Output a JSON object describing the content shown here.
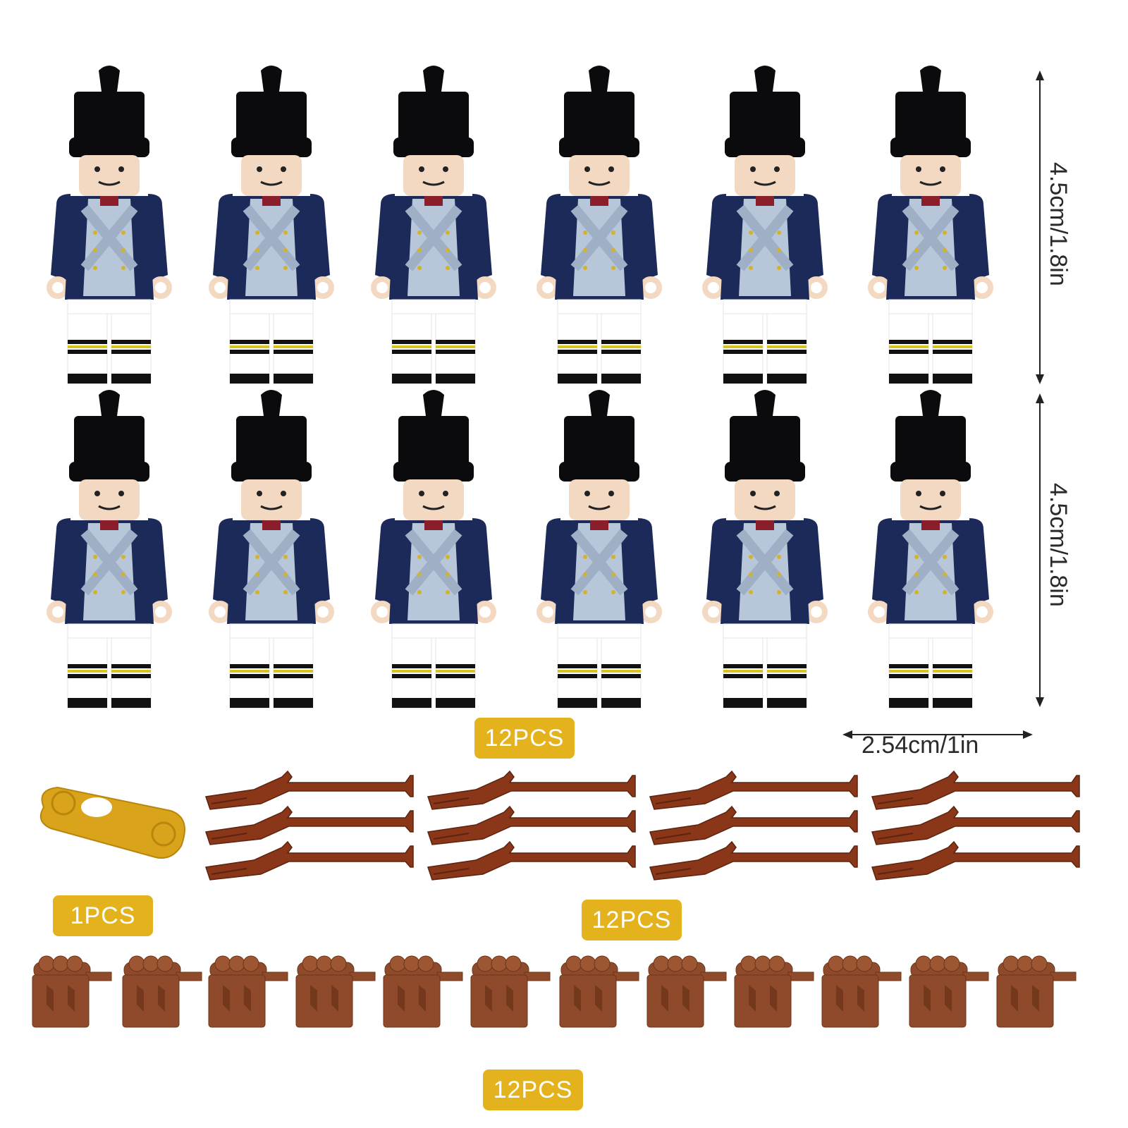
{
  "dimensions": {
    "height_top": "4.5cm/1.8in",
    "height_bottom": "4.5cm/1.8in",
    "width": "2.54cm/1in"
  },
  "badges": {
    "figures": "12PCS",
    "plate": "1PCS",
    "rifles": "12PCS",
    "pouches": "12PCS"
  },
  "colors": {
    "hat": "#0b0b0d",
    "jacket": "#1c2a5a",
    "vest": "#b7c6d8",
    "skin": "#f3d9c2",
    "pants": "#ffffff",
    "stripe_yellow": "#d8c420",
    "rifle": "#8a3618",
    "pouch": "#8e4a2a",
    "plate": "#d9a41b",
    "badge": "#e3b21c"
  }
}
